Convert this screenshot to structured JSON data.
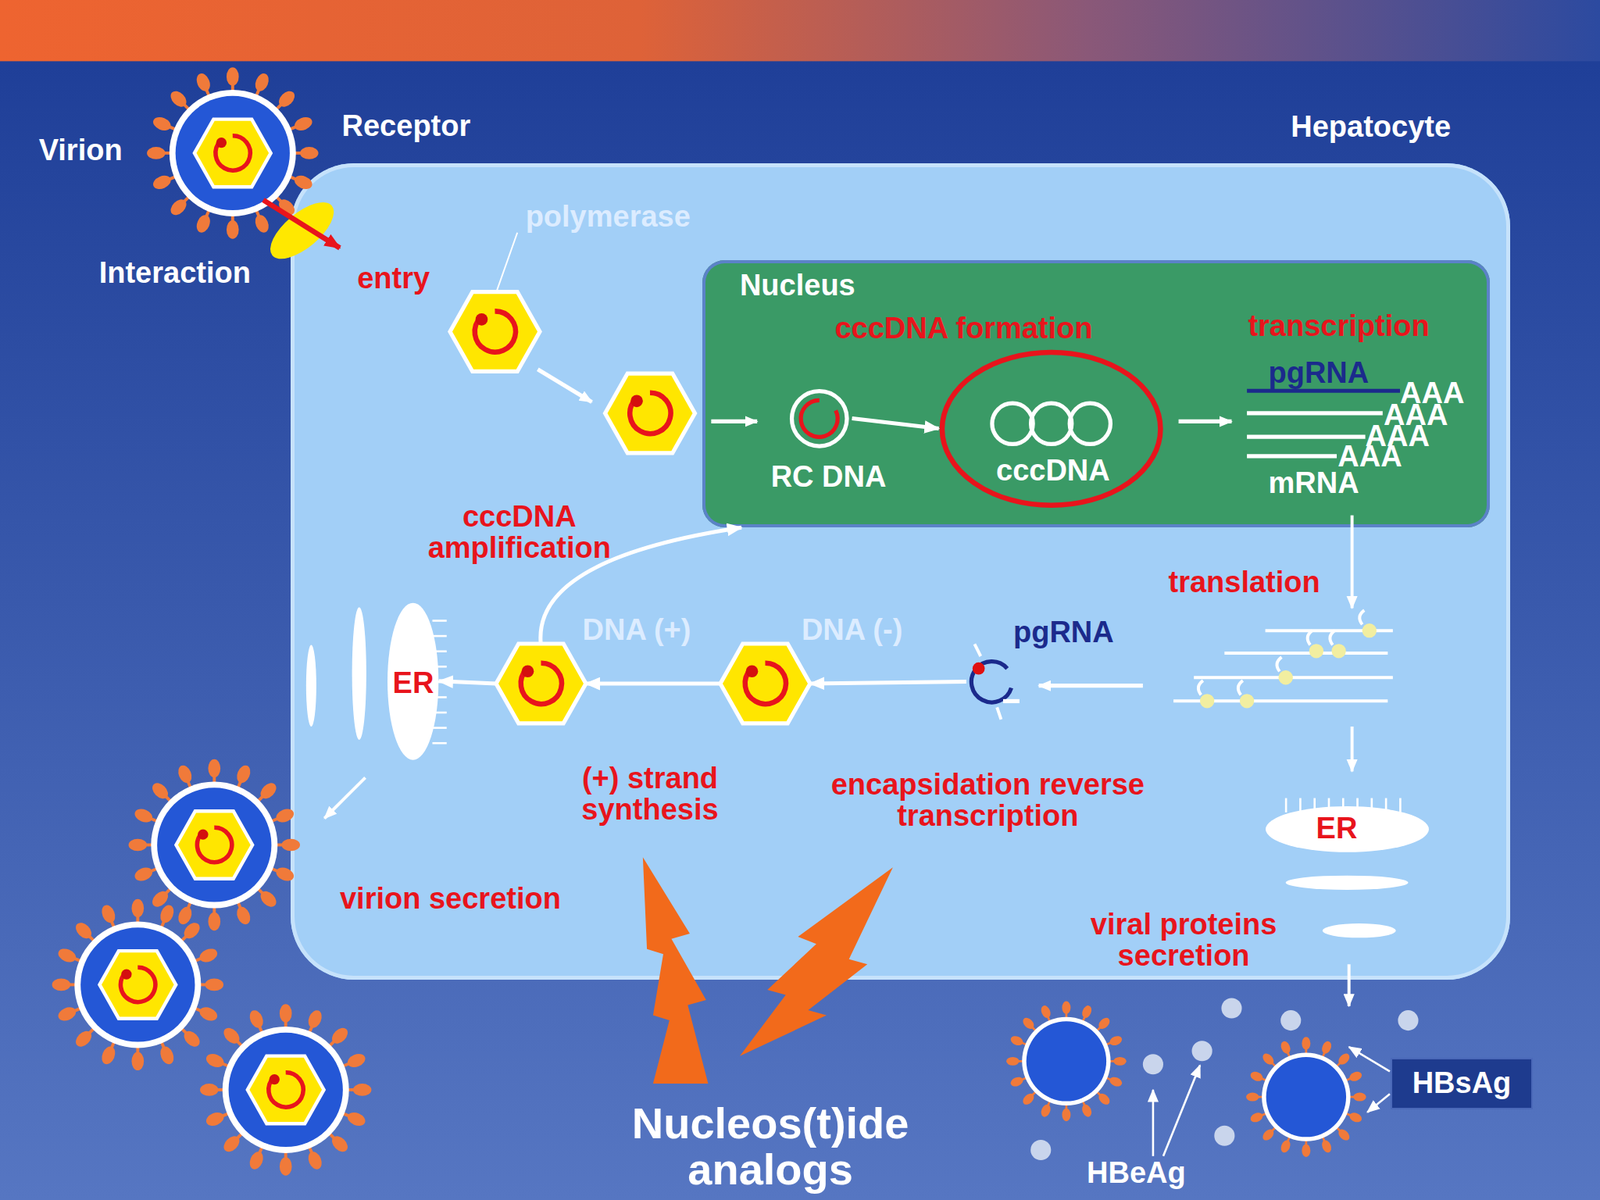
{
  "diagram": {
    "nodes": [
      {
        "text": [
          "Hepatocyte"
        ]
      },
      {
        "text": [
          "Nucleus"
        ],
        "in": 0
      },
      {
        "text": [
          "RC DNA"
        ],
        "in": 1
      },
      {
        "text": [
          "cccDNA"
        ],
        "in": 1
      },
      {
        "text": [
          "pgRNA"
        ],
        "in": 0
      },
      {
        "text": [
          "DNA (-)"
        ],
        "in": 0
      },
      {
        "text": [
          "DNA (+)"
        ],
        "in": 0
      },
      {
        "text": [
          "ER"
        ],
        "in": 0
      },
      {
        "text": [
          "ER"
        ],
        "in": 0
      },
      {
        "text": [
          "HBsAg"
        ]
      }
    ],
    "edges": [
      {
        "from": 2,
        "to": 3,
        "arrow": "to"
      },
      {
        "from": 4,
        "to": 5,
        "arrow": "to"
      },
      {
        "from": 5,
        "to": 6,
        "arrow": "to"
      },
      {
        "from": 6,
        "to": 7,
        "arrow": "to"
      },
      {
        "from": 6,
        "to": 1,
        "arrow": "to",
        "label": "cccDNA amplification"
      }
    ],
    "labels": [
      "Virion",
      "Receptor",
      "Interaction",
      "entry",
      "polymerase",
      "cccDNA formation",
      "transcription",
      "pgRNA",
      "AAA",
      "AAA",
      "AAA",
      "AAA",
      "mRNA",
      "translation",
      "(+) strand synthesis",
      "encapsidation reverse transcription",
      "virion secretion",
      "viral proteins secretion",
      "Nucleos(t)ide analogs",
      "HBeAg"
    ]
  }
}
